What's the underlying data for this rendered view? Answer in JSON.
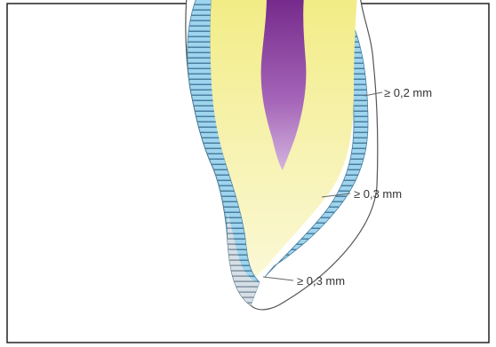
{
  "diagram": {
    "labels": [
      {
        "id": "label-top",
        "text": "≥ 0,2 mm"
      },
      {
        "id": "label-middle",
        "text": "≥ 0,3 mm"
      },
      {
        "id": "label-bottom",
        "text": "≥ 0,3 mm"
      }
    ],
    "colors": {
      "dentin": "#f4ef9a",
      "dentin_light": "#fbf8cf",
      "pulp_top": "#7a2c8c",
      "pulp_bottom": "#c9a6d6",
      "cement_layer": "#9fd4ee",
      "cement_stripe": "#4a7fa0",
      "ceramic_shell": "#ffffff",
      "outline": "#555555",
      "frame": "#222222"
    }
  }
}
